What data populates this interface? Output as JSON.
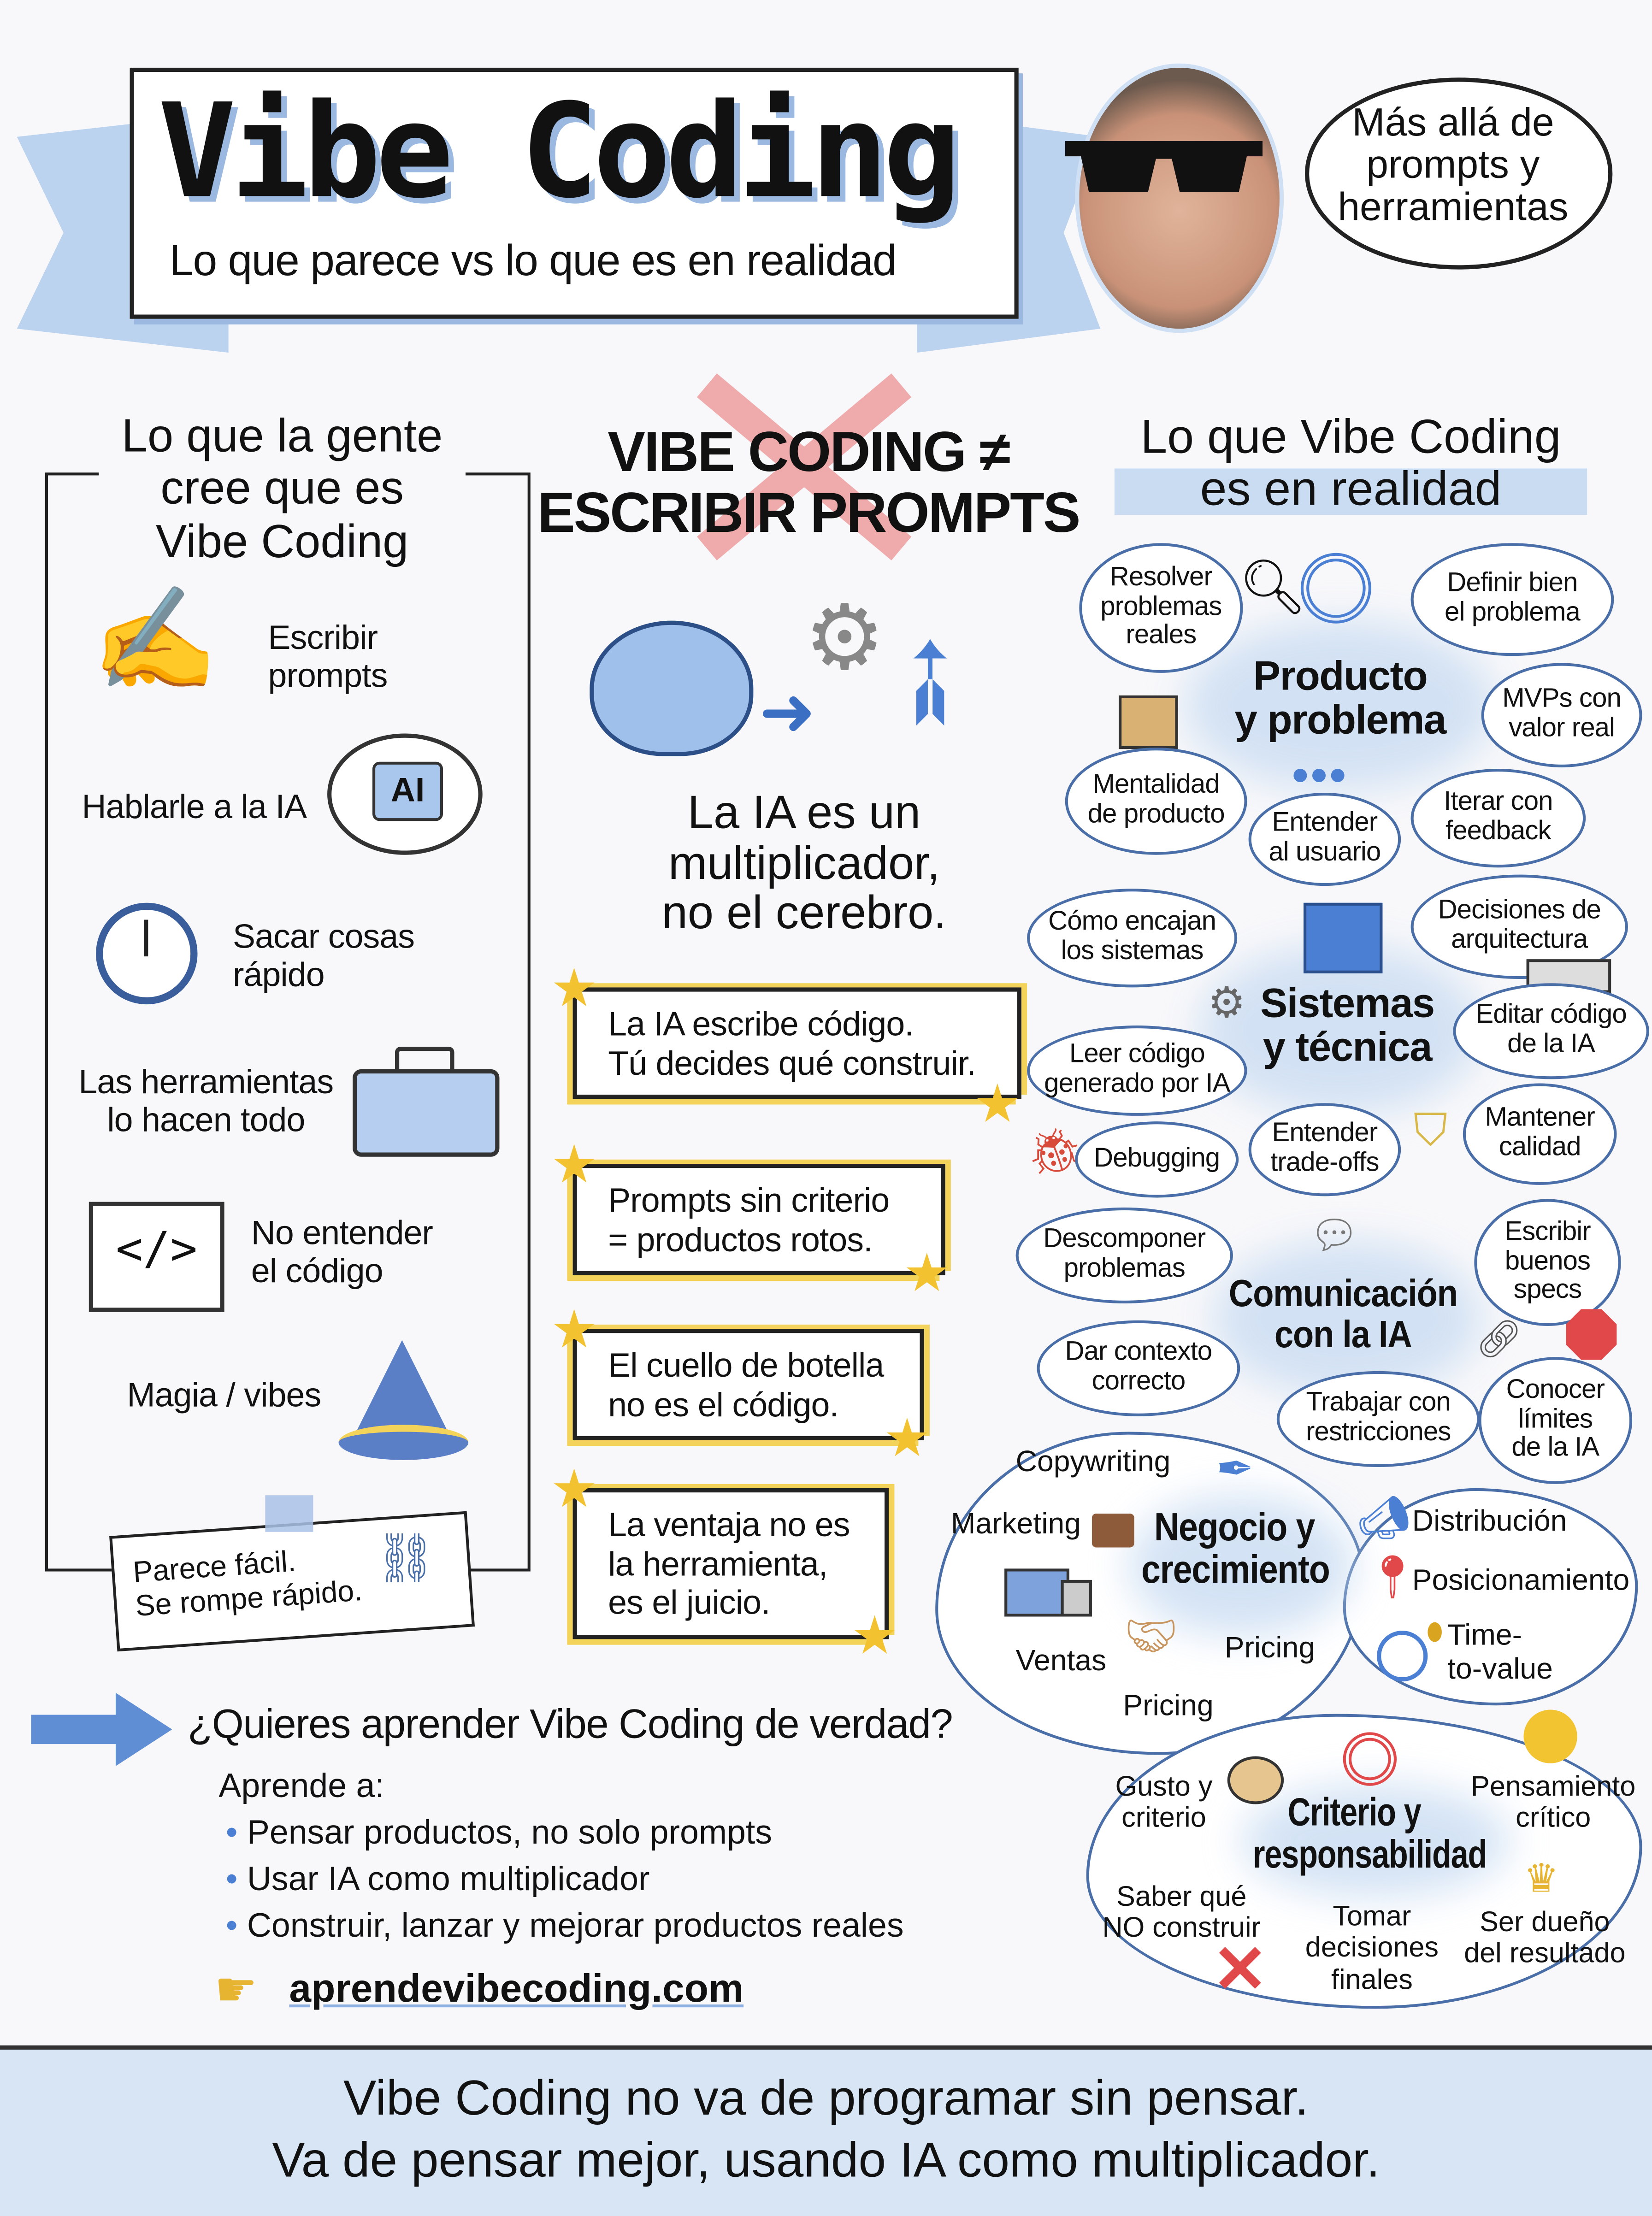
{
  "header": {
    "title": "Vibe Coding",
    "subtitle": "Lo que parece vs lo que es en realidad",
    "speech": "Más allá de\nprompts y\nherramientas"
  },
  "myth": {
    "heading": "Lo que la gente\ncree que es\nVibe Coding",
    "items": [
      "Escribir\nprompts",
      "Hablarle a la IA",
      "Sacar cosas\nrápido",
      "Las herramientas\nlo hacen todo",
      "No entender\nel código",
      "Magia / vibes"
    ],
    "ai_chip": "AI",
    "note": "Parece fácil.\nSe rompe rápido."
  },
  "center": {
    "headline": "VIBE CODING ≠\nESCRIBIR PROMPTS",
    "tagline": "La IA es un\nmultiplicador,\nno el cerebro.",
    "cards": [
      "La IA escribe código.\nTú decides qué construir.",
      "Prompts sin criterio\n= productos rotos.",
      "El cuello de botella\nno es el código.",
      "La ventaja no es\nla herramienta,\nes el juicio."
    ]
  },
  "reality": {
    "heading": "Lo que Vibe Coding\nes en realidad",
    "clusters": [
      {
        "title": "Producto\ny problema",
        "items": [
          "Resolver\nproblemas\nreales",
          "Definir bien\nel problema",
          "MVPs con\nvalor real",
          "Mentalidad\nde producto",
          "Entender\nal usuario",
          "Iterar con\nfeedback"
        ]
      },
      {
        "title": "Sistemas\ny técnica",
        "items": [
          "Cómo encajan\nlos sistemas",
          "Decisiones de\narquitectura",
          "Editar código\nde la IA",
          "Leer código\ngenerado por IA",
          "Debugging",
          "Entender\ntrade-offs",
          "Mantener\ncalidad"
        ]
      },
      {
        "title": "Comunicación\ncon la IA",
        "items": [
          "Descomponer\nproblemas",
          "Escribir\nbuenos\nspecs",
          "Dar contexto\ncorrecto",
          "Trabajar con\nrestricciones",
          "Conocer\nlímites\nde la IA"
        ]
      },
      {
        "title": "Negocio y\ncrecimiento",
        "items": [
          "Copywriting",
          "Marketing",
          "Ventas",
          "Pricing",
          "Pricing",
          "Distribución",
          "Posicionamiento",
          "Time-\nto-value"
        ]
      },
      {
        "title": "Criterio y\nresponsabilidad",
        "items": [
          "Gusto y\ncriterio",
          "Pensamiento\ncrítico",
          "Saber qué\nNO construir",
          "Tomar\ndecisiones\nfinales",
          "Ser dueño\ndel resultado"
        ]
      }
    ]
  },
  "cta": {
    "question": "¿Quieres aprender Vibe Coding de verdad?",
    "lead": "Aprende a:",
    "bullets": [
      "Pensar productos, no solo prompts",
      "Usar IA como multiplicador",
      "Construir, lanzar y mejorar productos reales"
    ],
    "link": "aprendevibecoding.com"
  },
  "footer": {
    "line1": "Vibe Coding no va de programar sin pensar.",
    "line2": "Va de pensar mejor, usando IA como multiplicador."
  },
  "colors": {
    "accent_blue": "#4a6fa8",
    "light_blue": "#c9dcf2",
    "yellow": "#f3d35a",
    "red": "#e0484a"
  }
}
